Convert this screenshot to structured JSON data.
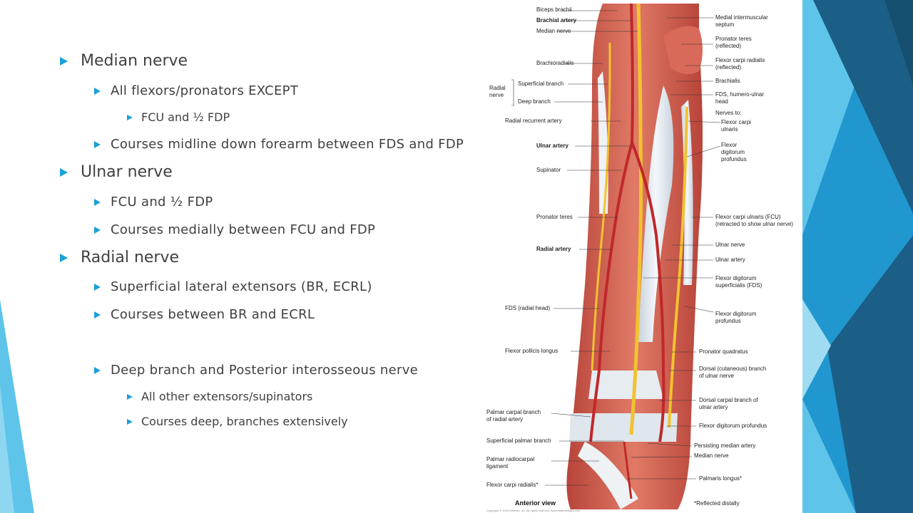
{
  "slide": {
    "bullets": [
      {
        "level": 1,
        "text": "Median nerve"
      },
      {
        "level": 2,
        "text": "All flexors/pronators EXCEPT"
      },
      {
        "level": 3,
        "text": "FCU and ½ FDP"
      },
      {
        "level": 2,
        "text": "Courses midline down forearm between FDS and FDP"
      },
      {
        "level": 1,
        "text": "Ulnar nerve"
      },
      {
        "level": 2,
        "text": "FCU and ½ FDP"
      },
      {
        "level": 2,
        "text": "Courses medially between FCU and FDP"
      },
      {
        "level": 1,
        "text": "Radial nerve"
      },
      {
        "level": 2,
        "text": "Superficial lateral extensors (BR, ECRL)"
      },
      {
        "level": 2,
        "text": "Courses between BR and ECRL"
      },
      {
        "level": 2,
        "text": "Deep branch and Posterior interosseous nerve"
      },
      {
        "level": 3,
        "text": "All other extensors/supinators"
      },
      {
        "level": 3,
        "text": "Courses deep, branches extensively"
      }
    ]
  },
  "figure": {
    "labels_left": [
      {
        "text": "Biceps brachii",
        "bold": false
      },
      {
        "text": "Brachial artery",
        "bold": true
      },
      {
        "text": "Median nerve",
        "bold": false
      },
      {
        "text": "Brachioradialis",
        "bold": false
      },
      {
        "text": "Radial",
        "bold": false
      },
      {
        "text": "nerve",
        "bold": false
      },
      {
        "text": "Superficial branch",
        "bold": false
      },
      {
        "text": "Deep branch",
        "bold": false
      },
      {
        "text": "Radial recurrent artery",
        "bold": false
      },
      {
        "text": "Ulnar artery",
        "bold": true
      },
      {
        "text": "Supinator",
        "bold": false
      },
      {
        "text": "Pronator teres",
        "bold": false
      },
      {
        "text": "Radial artery",
        "bold": true
      },
      {
        "text": "FDS (radial head)",
        "bold": false
      },
      {
        "text": "Flexor pollicis longus",
        "bold": false
      },
      {
        "text": "Palmar carpal branch",
        "bold": false
      },
      {
        "text": "of radial artery",
        "bold": false
      },
      {
        "text": "Superficial palmar branch",
        "bold": false
      },
      {
        "text": "Palmar radiocarpal",
        "bold": false
      },
      {
        "text": "ligament",
        "bold": false
      },
      {
        "text": "Flexor carpi radialis*",
        "bold": false
      }
    ],
    "labels_right": [
      {
        "text": "Medial intermuscular"
      },
      {
        "text": "septum"
      },
      {
        "text": "Pronator teres"
      },
      {
        "text": "(reflected)"
      },
      {
        "text": "Flexor carpi radialis"
      },
      {
        "text": "(reflected)"
      },
      {
        "text": "Brachialis"
      },
      {
        "text": "FDS, humero-ulnar"
      },
      {
        "text": "head"
      },
      {
        "text": "Nerves to:"
      },
      {
        "text": "Flexor carpi"
      },
      {
        "text": "ulnaris"
      },
      {
        "text": "Flexor"
      },
      {
        "text": "digitorum"
      },
      {
        "text": "profundus"
      },
      {
        "text": "Flexor carpi ulnaris (FCU)"
      },
      {
        "text": "(retracted to show ulnar nerve)"
      },
      {
        "text": "Ulnar nerve"
      },
      {
        "text": "Ulnar artery"
      },
      {
        "text": "Flexor digitorum"
      },
      {
        "text": "superficialis (FDS)"
      },
      {
        "text": "Flexor digitorum"
      },
      {
        "text": "profundus"
      },
      {
        "text": "Pronator quadratus"
      },
      {
        "text": "Dorsal (cutaneous) branch"
      },
      {
        "text": "of ulnar nerve"
      },
      {
        "text": "Dorsal carpal branch of"
      },
      {
        "text": "ulnar artery"
      },
      {
        "text": "Flexor digitorum profundus"
      },
      {
        "text": "Persisting median artery"
      },
      {
        "text": "Median nerve"
      },
      {
        "text": "Palmaris longus*"
      }
    ],
    "caption": "Anterior view",
    "footnote": "*Reflected distally",
    "copyright": "Copyright © 2016 Elsevier, Inc. All rights reserved. www.netterimages.com"
  },
  "colors": {
    "bullet": "#1aa1d6",
    "text": "#404040",
    "muscle": "#d96a5a",
    "tendon": "#e9eef3",
    "nerve": "#f2c230",
    "artery": "#c0282a",
    "panel_dark": "#1b5f86",
    "panel_mid": "#2197cf",
    "panel_light": "#5fc4ea"
  }
}
